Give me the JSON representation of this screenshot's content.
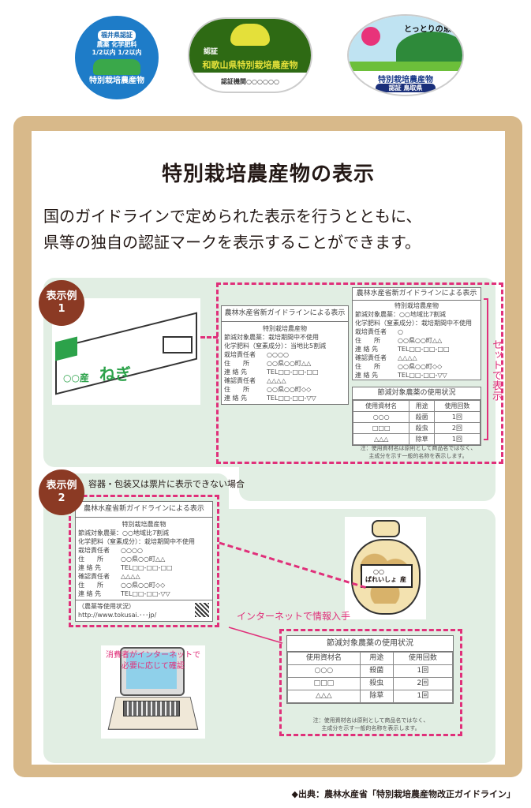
{
  "logos": [
    {
      "lines": [
        "福井県認証",
        "農薬 化学肥料",
        "1/2以内 1/2以内",
        "特別栽培農産物"
      ]
    },
    {
      "lines": [
        "認証",
        "和歌山県特別栽培農産物",
        "認証機関○○○○○○"
      ]
    },
    {
      "lines": [
        "とっとりの恵み",
        "特別栽培農産物",
        "認証 鳥取県"
      ]
    }
  ],
  "title": "特別栽培農産物の表示",
  "subtitle": [
    "国のガイドラインで定められた表示を行うとともに、",
    "県等の独自の認証マークを表示することができます。"
  ],
  "example1": {
    "badge": [
      "表示例",
      "1"
    ],
    "package_text": [
      "○○産",
      "ねぎ"
    ],
    "left_table": {
      "header": "農林水産省新ガイドラインによる表示",
      "caption": "特別栽培農産物",
      "rows": [
        [
          "節減対象農薬：",
          "栽培期間中不使用"
        ],
        [
          "化学肥料（窒素成分）：",
          "当地比5割減"
        ],
        [
          "栽培責任者",
          "○○○○"
        ],
        [
          "住　　所",
          "○○県○○町△△"
        ],
        [
          "連 絡 先",
          "TEL□□-□□-□□"
        ],
        [
          "確認責任者",
          "△△△△"
        ],
        [
          "住　　所",
          "○○県○○町◇◇"
        ],
        [
          "連 絡 先",
          "TEL□□-□□-▽▽"
        ]
      ]
    },
    "right_table": {
      "header": "農林水産省新ガイドラインによる表示",
      "caption": "特別栽培農産物",
      "rows": [
        [
          "節減対象農薬：",
          "○○地域比7割減"
        ],
        [
          "化学肥料（窒素成分）：",
          "栽培期間中不使用"
        ],
        [
          "栽培責任者",
          "○"
        ],
        [
          "住　　所",
          "○○県○○町△△"
        ],
        [
          "連 絡 先",
          "TEL□□-□□-□□"
        ],
        [
          "確認責任者",
          "△△△△"
        ],
        [
          "住　　所",
          "○○県○○町◇◇"
        ],
        [
          "連 絡 先",
          "TEL□□-□□-▽▽"
        ]
      ]
    },
    "usage_table": {
      "header": "節減対象農薬の使用状況",
      "columns": [
        "使用資材名",
        "用途",
        "使用回数"
      ],
      "rows": [
        [
          "○○○",
          "殺菌",
          "1回"
        ],
        [
          "□□□",
          "殺虫",
          "2回"
        ],
        [
          "△△△",
          "除草",
          "1回"
        ]
      ]
    },
    "note": [
      "注：使用資材名は原則として商品名ではなく、",
      "主成分を示す一般的名称を表示します。"
    ],
    "set_label": "セットで表示"
  },
  "example2": {
    "badge": [
      "表示例",
      "2"
    ],
    "caption": "容器・包装又は票片に表示できない場合",
    "table": {
      "header": "農林水産省新ガイドラインによる表示",
      "caption": "特別栽培農産物",
      "rows": [
        [
          "節減対象農薬：",
          "○○地域比7割減"
        ],
        [
          "化学肥料（窒素成分）：",
          "栽培期間中不使用"
        ],
        [
          "栽培責任者",
          "○○○○"
        ],
        [
          "住　　所",
          "○○県○○町△△"
        ],
        [
          "連 絡 先",
          "TEL□□-□□-□□"
        ],
        [
          "確認責任者",
          "△△△△"
        ],
        [
          "住　　所",
          "○○県○○町◇◇"
        ],
        [
          "連 絡 先",
          "TEL□□-□□-▽▽"
        ]
      ],
      "footer": [
        "（農薬等使用状況）",
        "http://www.tokusai.･･･jp/"
      ]
    },
    "bag_label": [
      "○○",
      "ばれいしょ",
      "産"
    ],
    "internet_label": "インターネットで情報入手",
    "usage_table": {
      "header": "節減対象農薬の使用状況",
      "columns": [
        "使用資材名",
        "用途",
        "使用回数"
      ],
      "rows": [
        [
          "○○○",
          "殺菌",
          "1回"
        ],
        [
          "□□□",
          "殺虫",
          "2回"
        ],
        [
          "△△△",
          "除草",
          "1回"
        ]
      ]
    },
    "note": [
      "注：使用資材名は原則として商品名ではなく、",
      "主成分を示す一般的名称を表示します。"
    ],
    "consumer_label": [
      "消費者がインターネットで",
      "必要に応じて確認"
    ]
  },
  "source": "◆出典：農林水産省「特別栽培農産物改正ガイドライン」"
}
